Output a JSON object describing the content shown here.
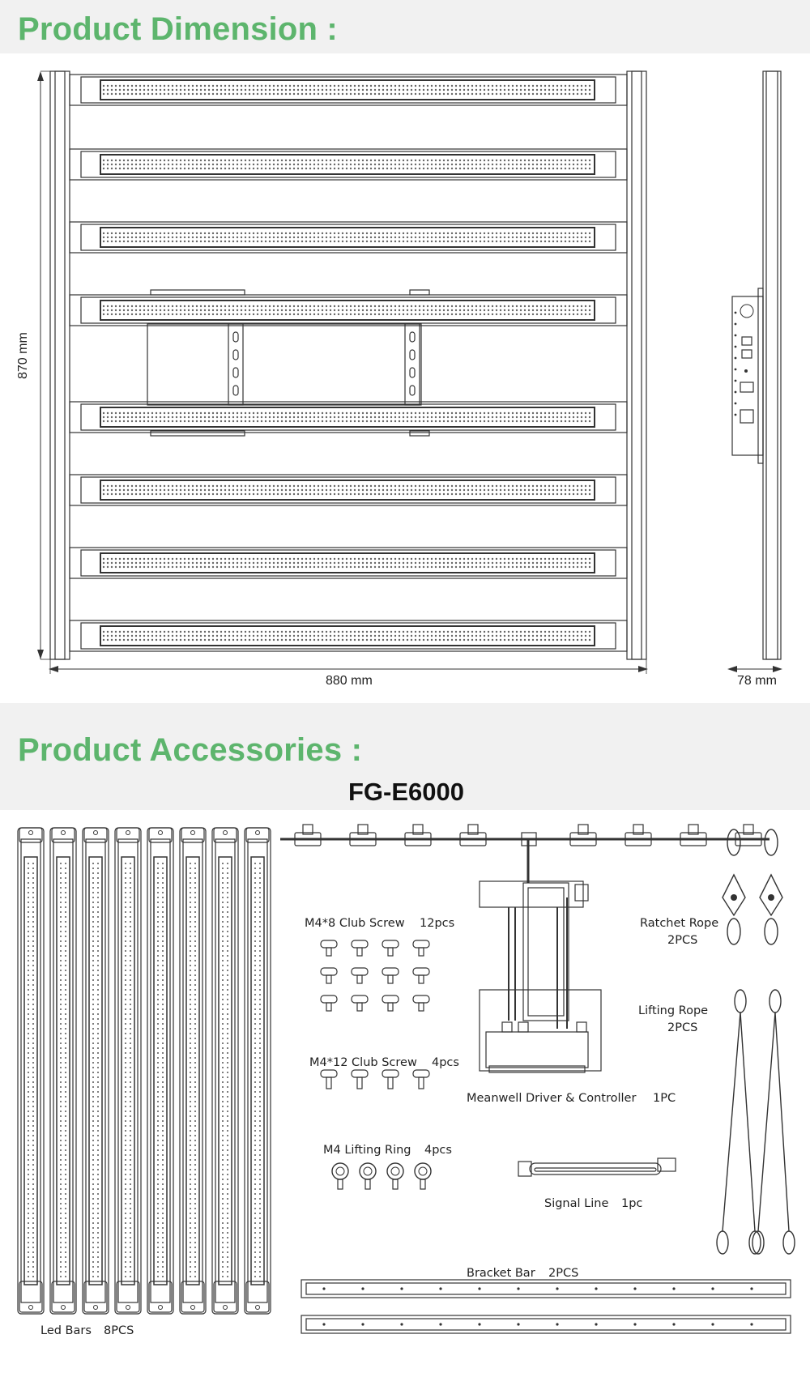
{
  "sections": {
    "dimension_title": "Product Dimension :",
    "accessories_title": "Product Accessories :"
  },
  "colors": {
    "heading": "#5db56d",
    "band": "#f1f1f1",
    "line": "#333333"
  },
  "dimensions": {
    "height": "870 mm",
    "width": "880 mm",
    "depth": "78 mm"
  },
  "model": "FG-E6000",
  "accessories": {
    "club_screw_m4x8": {
      "label": "M4*8 Club Screw",
      "qty": "12pcs"
    },
    "club_screw_m4x12": {
      "label": "M4*12 Club Screw",
      "qty": "4pcs"
    },
    "lifting_ring": {
      "label": "M4 Lifting Ring",
      "qty": "4pcs"
    },
    "driver": {
      "label": "Meanwell Driver & Controller",
      "qty": "1PC"
    },
    "signal_line": {
      "label": "Signal Line",
      "qty": "1pc"
    },
    "ratchet_rope": {
      "label": "Ratchet Rope",
      "qty": "2PCS"
    },
    "lifting_rope": {
      "label": "Lifting Rope",
      "qty": "2PCS"
    },
    "bracket_bar": {
      "label": "Bracket Bar",
      "qty": "2PCS"
    },
    "led_bars": {
      "label": "Led Bars",
      "qty": "8PCS"
    }
  }
}
